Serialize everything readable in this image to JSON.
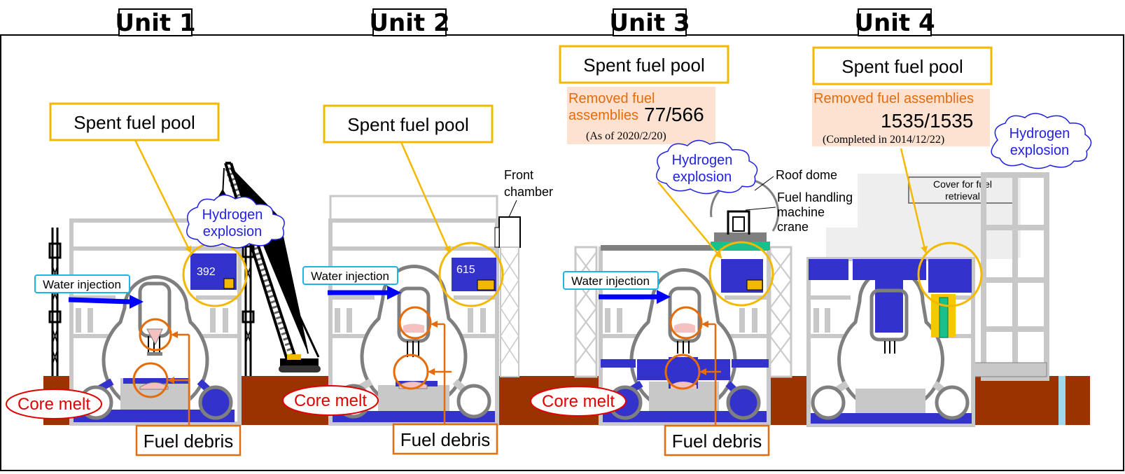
{
  "units": [
    {
      "title": "Unit 1",
      "pool_label": "Spent fuel pool",
      "pool_count": "392"
    },
    {
      "title": "Unit 2",
      "pool_label": "Spent fuel pool",
      "pool_count": "615"
    },
    {
      "title": "Unit 3",
      "pool_label": "Spent fuel pool",
      "removed_label_1": "Removed fuel",
      "removed_label_2": "assemblies",
      "removed_value": "77/566",
      "removed_note": "(As of 2020/2/20)"
    },
    {
      "title": "Unit 4",
      "pool_label": "Spent fuel pool",
      "removed_label": "Removed fuel assemblies",
      "removed_value": "1535/1535",
      "removed_note": "(Completed in 2014/12/22)"
    }
  ],
  "labels": {
    "water_injection": "Water injection",
    "hydrogen_1": "Hydrogen",
    "hydrogen_2": "explosion",
    "core_melt": "Core melt",
    "fuel_debris": "Fuel debris",
    "front_chamber_1": "Front",
    "front_chamber_2": "chamber",
    "roof_dome": "Roof dome",
    "fuel_handling_1": "Fuel handling",
    "fuel_handling_2": "machine",
    "fuel_handling_3": "crane",
    "cover_1": "Cover for fuel",
    "cover_2": "retrieval"
  },
  "colors": {
    "pool_blue": "#3333cc",
    "outline_yellow": "#f5b800",
    "debris_orange": "#e46c0a",
    "ground_brown": "#9b3300",
    "structure_gray": "#c8c8c8",
    "cyan_box": "#19b6e6",
    "hydrogen_blue": "#1f1fe6",
    "core_red": "#e00000"
  }
}
